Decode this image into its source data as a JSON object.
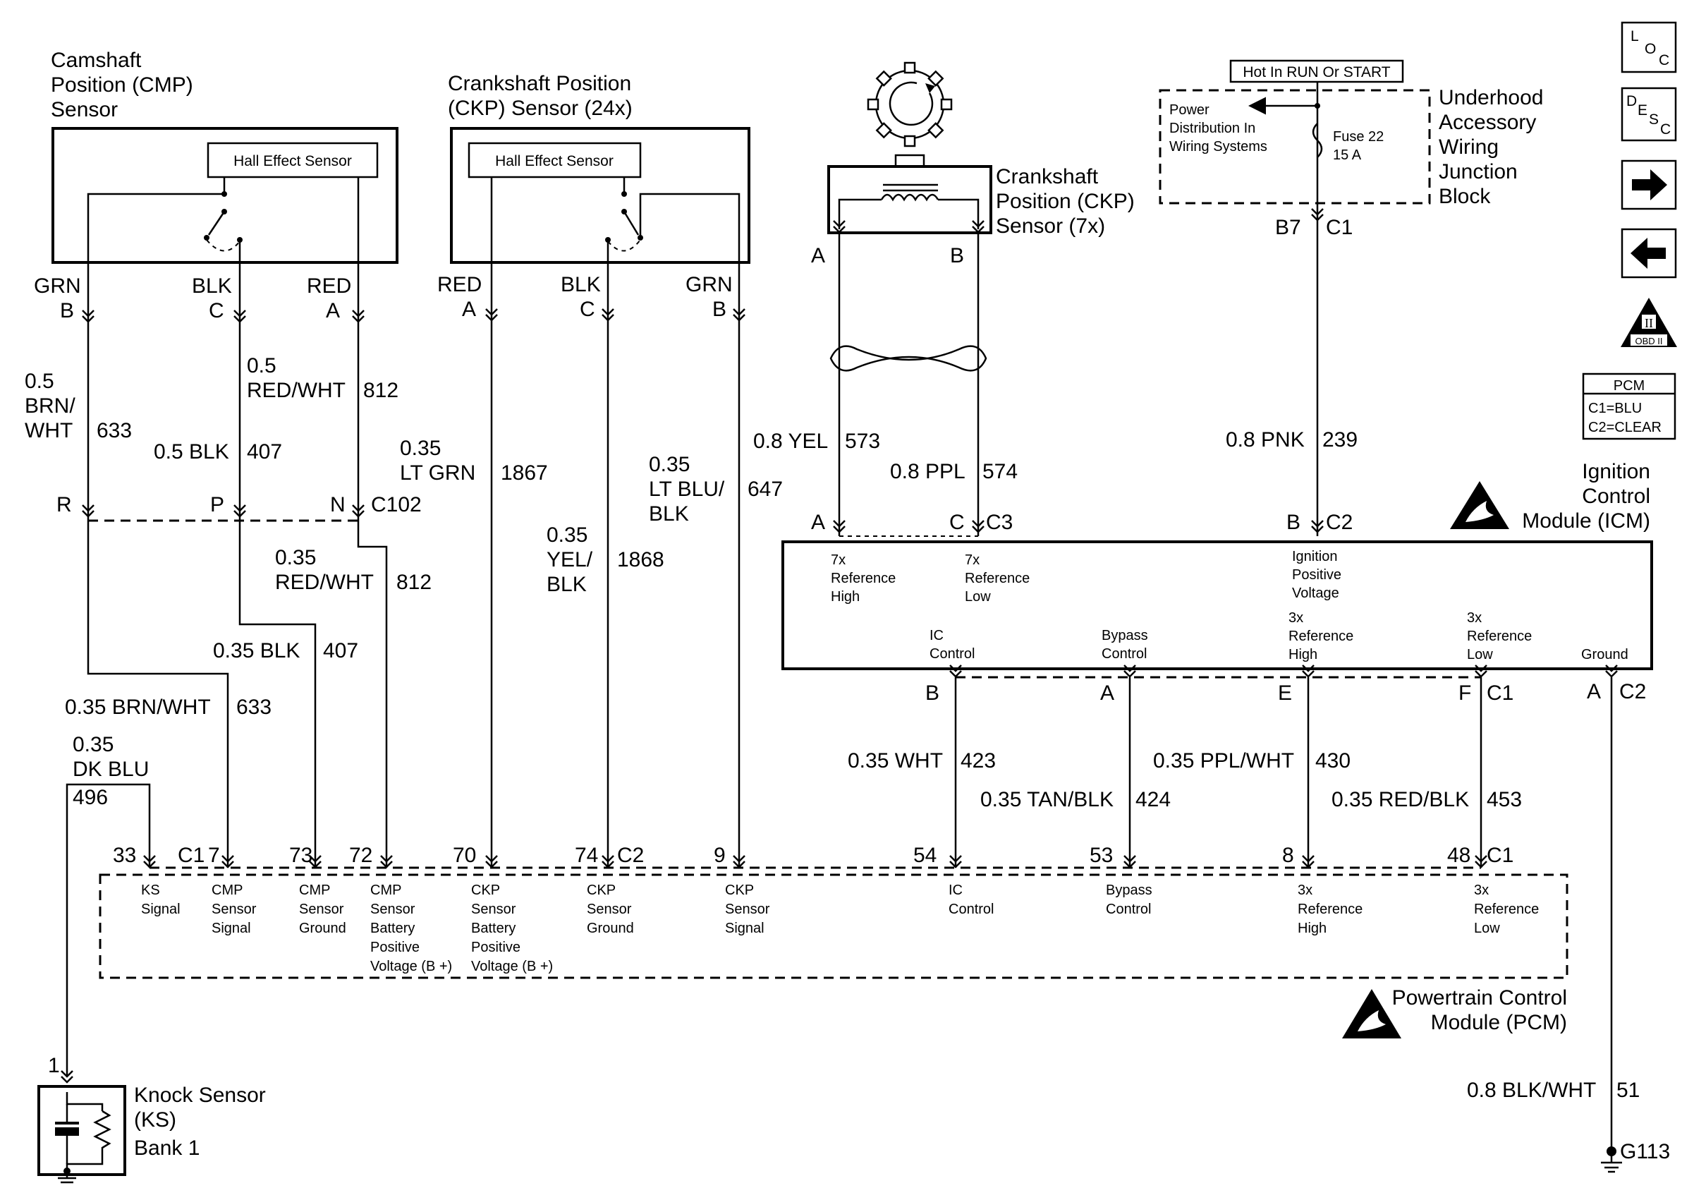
{
  "cmp": {
    "title": [
      "Camshaft",
      "Position (CMP)",
      "Sensor"
    ],
    "hall": "Hall Effect Sensor"
  },
  "ckp24": {
    "title": [
      "Crankshaft Position",
      "(CKP) Sensor (24x)"
    ],
    "hall": "Hall Effect Sensor"
  },
  "ckp7": {
    "title": [
      "Crankshaft",
      "Position (CKP)",
      "Sensor (7x)"
    ]
  },
  "junction": {
    "hot": "Hot In RUN Or START",
    "power": [
      "Power",
      "Distribution In",
      "Wiring Systems"
    ],
    "fuse": [
      "Fuse 22",
      "15 A"
    ],
    "title": [
      "Underhood",
      "Accessory",
      "Wiring",
      "Junction",
      "Block"
    ]
  },
  "side": {
    "loc": [
      "L",
      "O",
      "C"
    ],
    "desc": [
      "D",
      "E",
      "S",
      "C"
    ],
    "obd": "OBD II",
    "pcm": {
      "title": "PCM",
      "c1": "C1=BLU",
      "c2": "C2=CLEAR"
    }
  },
  "icm": {
    "title": [
      "Ignition",
      "Control",
      "Module (ICM)"
    ],
    "upper": [
      [
        "7x",
        "Reference",
        "High"
      ],
      [
        "7x",
        "Reference",
        "Low"
      ],
      [
        "Ignition",
        "Positive",
        "Voltage"
      ]
    ],
    "lower": [
      [
        "IC",
        "Control"
      ],
      [
        "Bypass",
        "Control"
      ],
      [
        "3x",
        "Reference",
        "High"
      ],
      [
        "3x",
        "Reference",
        "Low"
      ],
      [
        "Ground"
      ]
    ]
  },
  "pcm": {
    "title": [
      "Powertrain Control",
      "Module (PCM)"
    ],
    "labels": [
      [
        "KS",
        "Signal"
      ],
      [
        "CMP",
        "Sensor",
        "Signal"
      ],
      [
        "CMP",
        "Sensor",
        "Ground"
      ],
      [
        "CMP",
        "Sensor",
        "Battery",
        "Positive",
        "Voltage (B +)"
      ],
      [
        "CKP",
        "Sensor",
        "Battery",
        "Positive",
        "Voltage (B +)"
      ],
      [
        "CKP",
        "Sensor",
        "Ground"
      ],
      [
        "CKP",
        "Sensor",
        "Signal"
      ],
      [
        "IC",
        "Control"
      ],
      [
        "Bypass",
        "Control"
      ],
      [
        "3x",
        "Reference",
        "High"
      ],
      [
        "3x",
        "Reference",
        "Low"
      ]
    ],
    "pins": [
      "33",
      "7",
      "73",
      "72",
      "70",
      "74",
      "9",
      "54",
      "53",
      "8",
      "48"
    ]
  },
  "knock": {
    "title": [
      "Knock Sensor",
      "(KS)",
      "Bank 1"
    ],
    "pin": "1"
  },
  "ground": "G113",
  "connectors": {
    "cmp_colors": [
      "GRN",
      "BLK",
      "RED"
    ],
    "cmp_pins": [
      "B",
      "C",
      "A"
    ],
    "ckp24_colors": [
      "RED",
      "BLK",
      "GRN"
    ],
    "ckp24_pins": [
      "A",
      "C",
      "B"
    ],
    "ckp7_pins": [
      "A",
      "B"
    ],
    "c102_pins": [
      "R",
      "P",
      "N"
    ],
    "c102": "C102",
    "icm_c3_pins": [
      "A",
      "C"
    ],
    "c3": "C3",
    "icm_c2_pin": "B",
    "c2": "C2",
    "b7": "B7",
    "c1": "C1",
    "icm_c1_pins": [
      "B",
      "A",
      "E",
      "F"
    ],
    "icm_gnd_pin": "A"
  },
  "wires": {
    "w633a": [
      "0.5",
      "BRN/",
      "WHT",
      "633"
    ],
    "w812a": [
      "0.5",
      "RED/WHT",
      "812"
    ],
    "w407a": [
      "0.5 BLK",
      "407"
    ],
    "w1867": [
      "0.35",
      "LT GRN",
      "1867"
    ],
    "w647": [
      "0.35",
      "LT BLU/",
      "BLK",
      "647"
    ],
    "w1868": [
      "0.35",
      "YEL/",
      "BLK",
      "1868"
    ],
    "w573": [
      "0.8 YEL",
      "573"
    ],
    "w574": [
      "0.8 PPL",
      "574"
    ],
    "w239": [
      "0.8 PNK",
      "239"
    ],
    "w812b": [
      "0.35",
      "RED/WHT",
      "812"
    ],
    "w407b": [
      "0.35 BLK",
      "407"
    ],
    "w633b": [
      "0.35 BRN/WHT",
      "633"
    ],
    "w496": [
      "0.35",
      "DK BLU",
      "496"
    ],
    "w423": [
      "0.35 WHT",
      "423"
    ],
    "w424": [
      "0.35 TAN/BLK",
      "424"
    ],
    "w430": [
      "0.35 PPL/WHT",
      "430"
    ],
    "w453": [
      "0.35 RED/BLK",
      "453"
    ],
    "w51": [
      "0.8 BLK/WHT",
      "51"
    ]
  }
}
